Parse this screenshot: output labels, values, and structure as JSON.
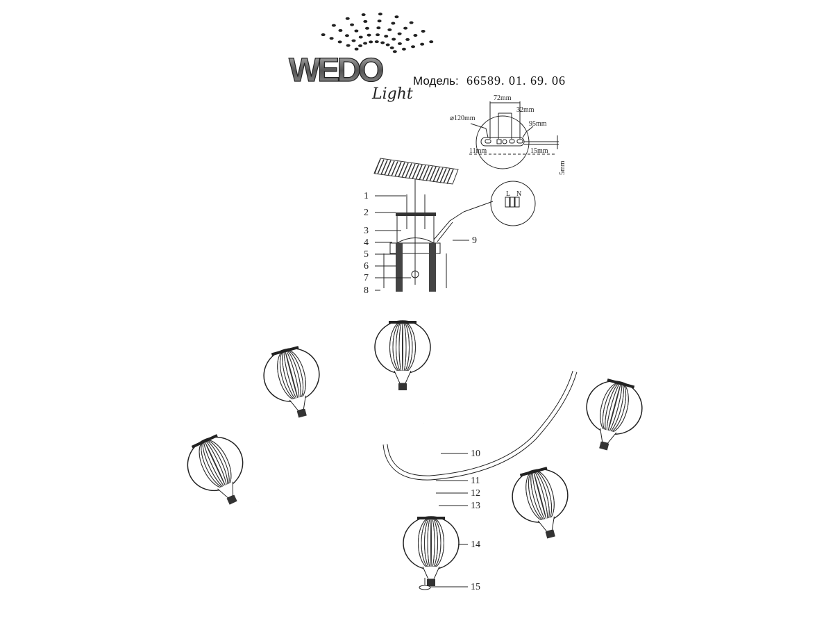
{
  "brand": {
    "logo_text": "WEDO",
    "logo_script": "Light"
  },
  "model": {
    "label": "Модель:",
    "number": "66589. 01. 69. 06"
  },
  "dimensions": {
    "width_72": "72mm",
    "width_32": "32mm",
    "diameter": "⌀120mm",
    "length_95": "95mm",
    "left_11": "11mm",
    "right_15": "15mm",
    "height_5": "5mm"
  },
  "connector": {
    "l": "L",
    "n": "N"
  },
  "callouts": [
    "1",
    "2",
    "3",
    "4",
    "5",
    "6",
    "7",
    "8",
    "9",
    "10",
    "11",
    "12",
    "13",
    "14",
    "15"
  ]
}
